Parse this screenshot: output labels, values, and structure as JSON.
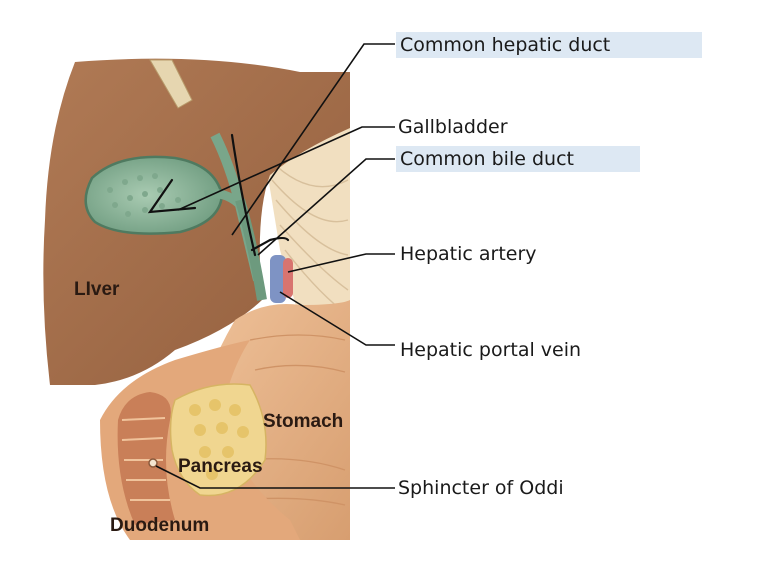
{
  "callouts": {
    "common_hepatic_duct": "Common hepatic duct",
    "gallbladder": "Gallbladder",
    "common_bile_duct": "Common bile duct",
    "hepatic_artery": "Hepatic artery",
    "hepatic_portal_vein": "Hepatic portal vein",
    "sphincter_of_oddi": "Sphincter of Oddi"
  },
  "organs": {
    "liver": "LIver",
    "stomach": "Stomach",
    "pancreas": "Pancreas",
    "duodenum": "Duodenum"
  },
  "colors": {
    "liver": "#a26f4c",
    "gallbladder": "#8fb79c",
    "stomach": "#e6b184",
    "pancreas": "#efd690",
    "highlight": "#dde8f3"
  }
}
